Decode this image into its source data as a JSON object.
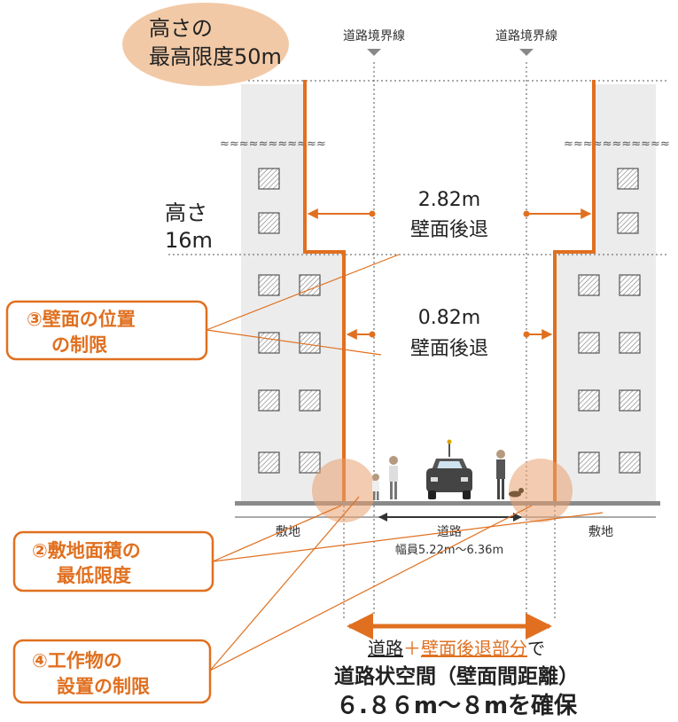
{
  "height_limit": {
    "line1": "高さの",
    "line2": "最高限度50m"
  },
  "boundary_label": "道路境界線",
  "wave": "≈≈≈≈≈≈≈≈≈≈≈",
  "height16": {
    "line1": "高さ",
    "line2": "16m"
  },
  "setback_upper": {
    "value": "2.82m",
    "label": "壁面後退"
  },
  "setback_lower": {
    "value": "0.82m",
    "label": "壁面後退"
  },
  "callouts": {
    "wall_position": {
      "line1": "③壁面の位置",
      "line2": "の制限"
    },
    "min_site_area": {
      "line1": "②敷地面積の",
      "line2": "最低限度"
    },
    "structure_limit": {
      "line1": "④工作物の",
      "line2": "設置の制限"
    }
  },
  "ground": {
    "site_left": "敷地",
    "site_right": "敷地",
    "road": "道路",
    "road_width": "幅員5.22m～6.36m"
  },
  "bottom": {
    "road": "道路",
    "plus": "＋",
    "setback_part": "壁面後退部分",
    "de": "で",
    "line2": "道路状空間（壁面間距離）",
    "line3": "６.８６m～８mを確保"
  },
  "colors": {
    "orange": "#e07020",
    "peach": "#f2c9a6",
    "building": "#ececec",
    "dark": "#222222",
    "road": "#8a8a8a"
  }
}
